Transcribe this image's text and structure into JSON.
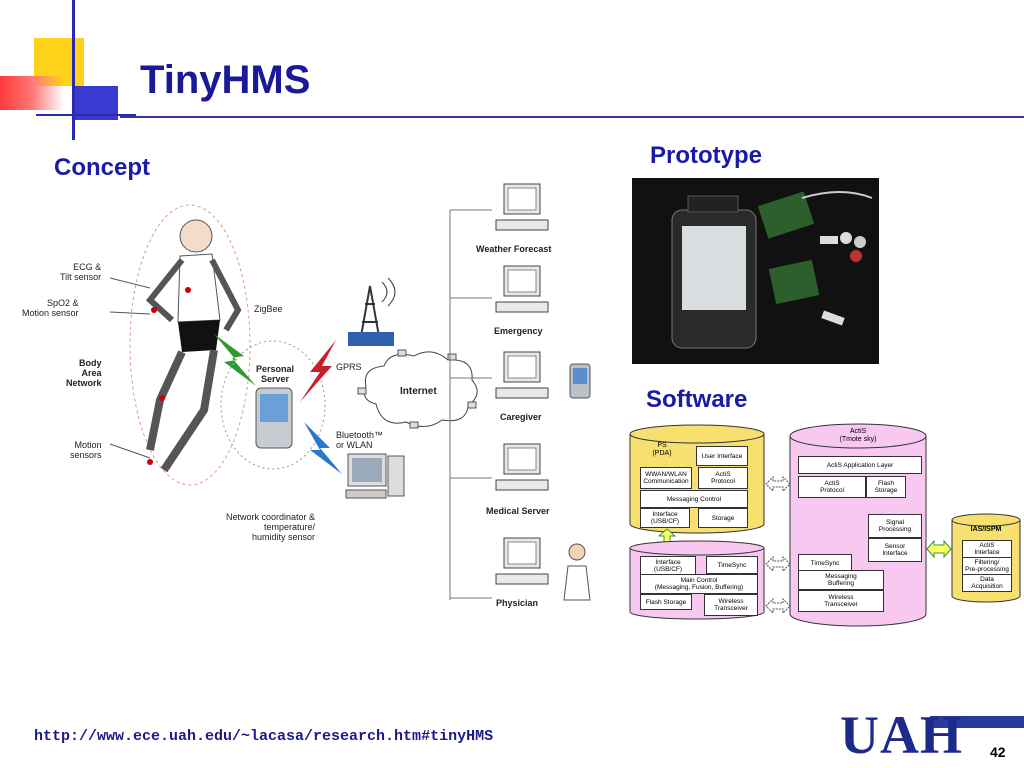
{
  "slide": {
    "title": "TinyHMS",
    "url": "http://www.ece.uah.edu/~lacasa/research.htm#tinyHMS",
    "page_number": "42",
    "logo_text": "UAH"
  },
  "concept": {
    "heading": "Concept",
    "body_labels": {
      "ecg": "ECG &\nTilt sensor",
      "spo2": "SpO2 &\nMotion sensor",
      "ban": "Body\nArea\nNetwork",
      "motion": "Motion\nsensors"
    },
    "zigbee": "ZigBee",
    "personal_server": "Personal\nServer",
    "network_coordinator": "Network coordinator &\ntemperature/\nhumidity sensor",
    "gprs": "GPRS",
    "bluetooth": "Bluetooth™\nor WLAN",
    "internet": "Internet",
    "endpoints": [
      "Weather Forecast",
      "Emergency",
      "Caregiver",
      "Medical Server",
      "Physician"
    ]
  },
  "prototype": {
    "heading": "Prototype"
  },
  "software": {
    "heading": "Software",
    "ps": {
      "title": "PS\n(PDA)",
      "user_interface": "User Interface",
      "wwan": "WWAN/WLAN\nCommunication",
      "actis_protocol": "ActiS\nProtocol",
      "messaging_control": "Messaging Control",
      "interface": "Interface\n(USB/CF)",
      "storage": "Storage"
    },
    "bottom": {
      "interface": "Interface\n(USB/CF)",
      "timesync": "TimeSync",
      "main_control": "Main Control\n(Messaging, Fusion, Buffering)",
      "flash_storage": "Flash Storage",
      "wireless": "Wireless\nTransceiver"
    },
    "actis": {
      "title": "ActiS\n(Tmote sky)",
      "app_layer": "ActiS Application Layer",
      "protocol": "ActiS\nProtocol",
      "flash": "Flash\nStorage",
      "signal": "Signal\nProcessing",
      "sensor": "Sensor\nInterface",
      "timesync": "TimeSync",
      "messaging": "Messaging\nBuffering",
      "wireless": "Wireless\nTransceiver"
    },
    "ias": {
      "title": "IAS/ISPM",
      "interface": "ActiS\nInterface",
      "filtering": "Filtering/\nPre-processing",
      "data": "Data\nAcquisition"
    }
  }
}
